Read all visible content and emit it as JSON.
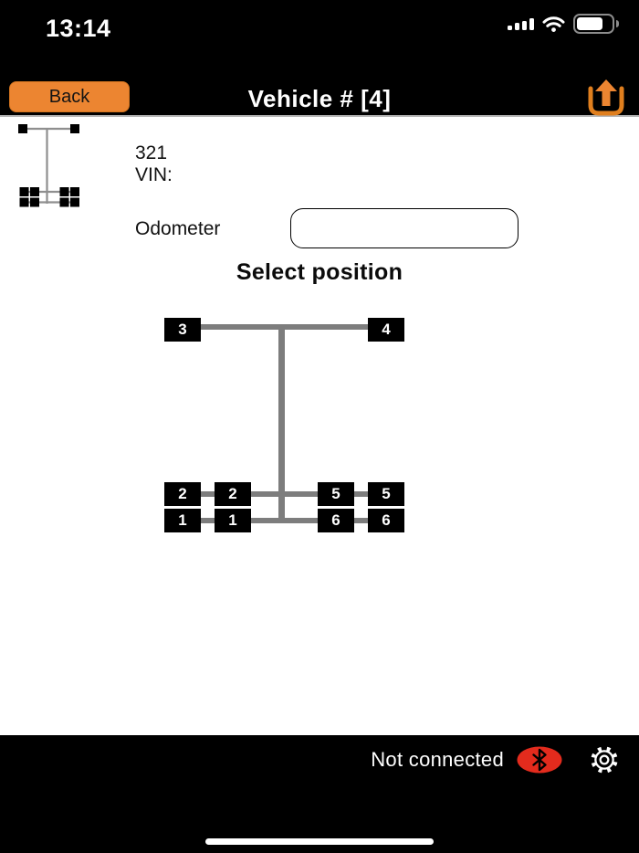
{
  "status_bar": {
    "time": "13:14",
    "signal_icon": "cellular-signal-icon",
    "wifi_icon": "wifi-icon",
    "battery_icon": "battery-icon",
    "battery_fill_percent": 75
  },
  "nav": {
    "back_label": "Back",
    "title": "Vehicle # [4]",
    "share_icon": "share-upload-icon"
  },
  "vehicle": {
    "icon": "vehicle-axles-icon",
    "number": "321",
    "vin_label": "VIN:"
  },
  "odometer": {
    "label": "Odometer",
    "value": ""
  },
  "diagram": {
    "heading": "Select position",
    "squares": [
      {
        "label": "3"
      },
      {
        "label": "4"
      },
      {
        "label": "2"
      },
      {
        "label": "2"
      },
      {
        "label": "5"
      },
      {
        "label": "5"
      },
      {
        "label": "1"
      },
      {
        "label": "1"
      },
      {
        "label": "6"
      },
      {
        "label": "6"
      }
    ]
  },
  "footer": {
    "status": "Not connected",
    "bluetooth_icon": "bluetooth-icon",
    "settings_icon": "gear-icon"
  },
  "colors": {
    "accent_orange": "#ec8531",
    "bluetooth_red": "#e32b1d",
    "diagram_line_gray": "#7d7d7d",
    "bar_background": "#000000"
  }
}
